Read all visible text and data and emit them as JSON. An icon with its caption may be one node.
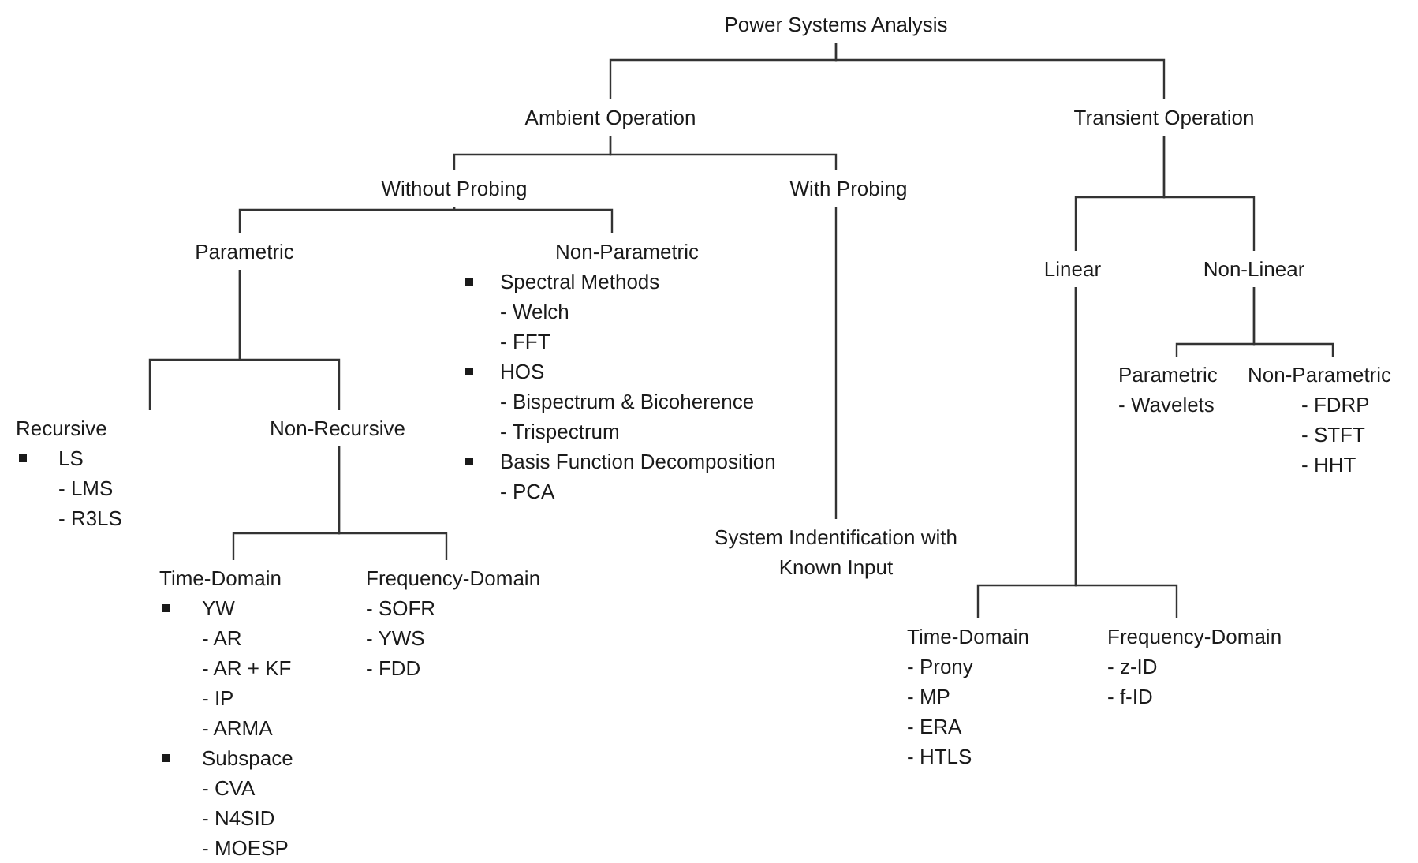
{
  "diagram": {
    "nodes": [
      {
        "text": [
          "Power Systems Analysis"
        ]
      },
      {
        "text": [
          "Ambient Operation"
        ]
      },
      {
        "text": [
          "Transient Operation"
        ]
      },
      {
        "text": [
          "Without Probing"
        ]
      },
      {
        "text": [
          "With Probing"
        ]
      },
      {
        "text": [
          "Parametric"
        ]
      },
      {
        "text": [
          "Non-Parametric",
          "Spectral Methods",
          "- Welch",
          "- FFT",
          "HOS",
          "- Bispectrum & Bicoherence",
          "- Trispectrum",
          "Basis Function Decomposition",
          "- PCA"
        ]
      },
      {
        "text": [
          "Recursive",
          "LS",
          "- LMS",
          "- R3LS"
        ]
      },
      {
        "text": [
          "Non-Recursive"
        ]
      },
      {
        "text": [
          "Time-Domain",
          "YW",
          "- AR",
          "- AR + KF",
          "- IP",
          "- ARMA",
          "Subspace",
          "- CVA",
          "- N4SID",
          "- MOESP"
        ]
      },
      {
        "text": [
          "Frequency-Domain",
          "- SOFR",
          "- YWS",
          "- FDD"
        ]
      },
      {
        "text": [
          "System Indentification with Known Input"
        ]
      },
      {
        "text": [
          "Linear"
        ]
      },
      {
        "text": [
          "Non-Linear"
        ]
      },
      {
        "text": [
          "Parametric",
          "- Wavelets"
        ]
      },
      {
        "text": [
          "Non-Parametric",
          "- FDRP",
          "- STFT",
          "- HHT"
        ]
      },
      {
        "text": [
          "Time-Domain",
          "- Prony",
          "- MP",
          "- ERA",
          "- HTLS"
        ]
      },
      {
        "text": [
          "Frequency-Domain",
          "- z-ID",
          "- f-ID"
        ]
      }
    ],
    "edges": [
      {
        "from": 0,
        "to": 1,
        "arrow": "none"
      },
      {
        "from": 0,
        "to": 2,
        "arrow": "none"
      },
      {
        "from": 1,
        "to": 3,
        "arrow": "none"
      },
      {
        "from": 1,
        "to": 4,
        "arrow": "none"
      },
      {
        "from": 3,
        "to": 5,
        "arrow": "none"
      },
      {
        "from": 3,
        "to": 6,
        "arrow": "none"
      },
      {
        "from": 5,
        "to": 7,
        "arrow": "none"
      },
      {
        "from": 5,
        "to": 8,
        "arrow": "none"
      },
      {
        "from": 8,
        "to": 9,
        "arrow": "none"
      },
      {
        "from": 8,
        "to": 10,
        "arrow": "none"
      },
      {
        "from": 4,
        "to": 11,
        "arrow": "none"
      },
      {
        "from": 2,
        "to": 12,
        "arrow": "none"
      },
      {
        "from": 2,
        "to": 13,
        "arrow": "none"
      },
      {
        "from": 13,
        "to": 14,
        "arrow": "none"
      },
      {
        "from": 13,
        "to": 15,
        "arrow": "none"
      },
      {
        "from": 12,
        "to": 16,
        "arrow": "none"
      },
      {
        "from": 12,
        "to": 17,
        "arrow": "none"
      }
    ]
  }
}
